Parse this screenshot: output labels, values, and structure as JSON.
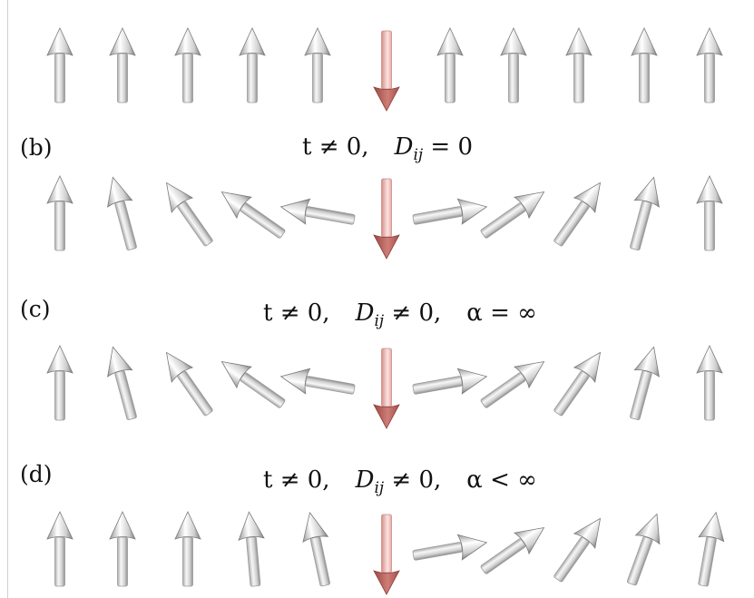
{
  "panels": [
    {
      "label": "",
      "condition": [],
      "arrows": [
        {
          "angle": 0,
          "type": "spin"
        },
        {
          "angle": 0,
          "type": "spin"
        },
        {
          "angle": 0,
          "type": "spin"
        },
        {
          "angle": 0,
          "type": "spin"
        },
        {
          "angle": 0,
          "type": "spin"
        },
        {
          "angle": 180,
          "type": "impurity"
        },
        {
          "angle": 0,
          "type": "spin"
        },
        {
          "angle": 0,
          "type": "spin"
        },
        {
          "angle": 0,
          "type": "spin"
        },
        {
          "angle": 0,
          "type": "spin"
        },
        {
          "angle": 0,
          "type": "spin"
        }
      ]
    },
    {
      "label": "(b)",
      "condition": [
        "t ≠ 0,",
        "D_ij = 0"
      ],
      "arrows": [
        {
          "angle": 0,
          "type": "spin"
        },
        {
          "angle": -15,
          "type": "spin"
        },
        {
          "angle": -35,
          "type": "spin"
        },
        {
          "angle": -55,
          "type": "spin"
        },
        {
          "angle": -80,
          "type": "spin"
        },
        {
          "angle": 180,
          "type": "impurity"
        },
        {
          "angle": 80,
          "type": "spin"
        },
        {
          "angle": 55,
          "type": "spin"
        },
        {
          "angle": 35,
          "type": "spin"
        },
        {
          "angle": 15,
          "type": "spin"
        },
        {
          "angle": 0,
          "type": "spin"
        }
      ]
    },
    {
      "label": "(c)",
      "condition": [
        "t ≠ 0,",
        "D_ij ≠ 0,",
        "α = ∞"
      ],
      "arrows": [
        {
          "angle": 0,
          "type": "spin"
        },
        {
          "angle": -15,
          "type": "spin"
        },
        {
          "angle": -35,
          "type": "spin"
        },
        {
          "angle": -55,
          "type": "spin"
        },
        {
          "angle": -80,
          "type": "spin"
        },
        {
          "angle": 180,
          "type": "impurity"
        },
        {
          "angle": 80,
          "type": "spin"
        },
        {
          "angle": 55,
          "type": "spin"
        },
        {
          "angle": 35,
          "type": "spin"
        },
        {
          "angle": 15,
          "type": "spin"
        },
        {
          "angle": 0,
          "type": "spin"
        }
      ]
    },
    {
      "label": "(d)",
      "condition": [
        "t ≠ 0,",
        "D_ij ≠ 0,",
        "α < ∞"
      ],
      "arrows": [
        {
          "angle": 0,
          "type": "spin"
        },
        {
          "angle": 0,
          "type": "spin"
        },
        {
          "angle": 0,
          "type": "spin"
        },
        {
          "angle": -5,
          "type": "spin"
        },
        {
          "angle": -12,
          "type": "spin"
        },
        {
          "angle": 180,
          "type": "impurity"
        },
        {
          "angle": 80,
          "type": "spin"
        },
        {
          "angle": 55,
          "type": "spin"
        },
        {
          "angle": 35,
          "type": "spin"
        },
        {
          "angle": 20,
          "type": "spin"
        },
        {
          "angle": 10,
          "type": "spin"
        }
      ]
    }
  ],
  "colors": {
    "spin_light": "#f4f4f4",
    "spin_mid": "#c9c9c9",
    "spin_dark": "#8d8d8d",
    "impurity_light": "#f6c9c5",
    "impurity_dark": "#b5605b"
  }
}
